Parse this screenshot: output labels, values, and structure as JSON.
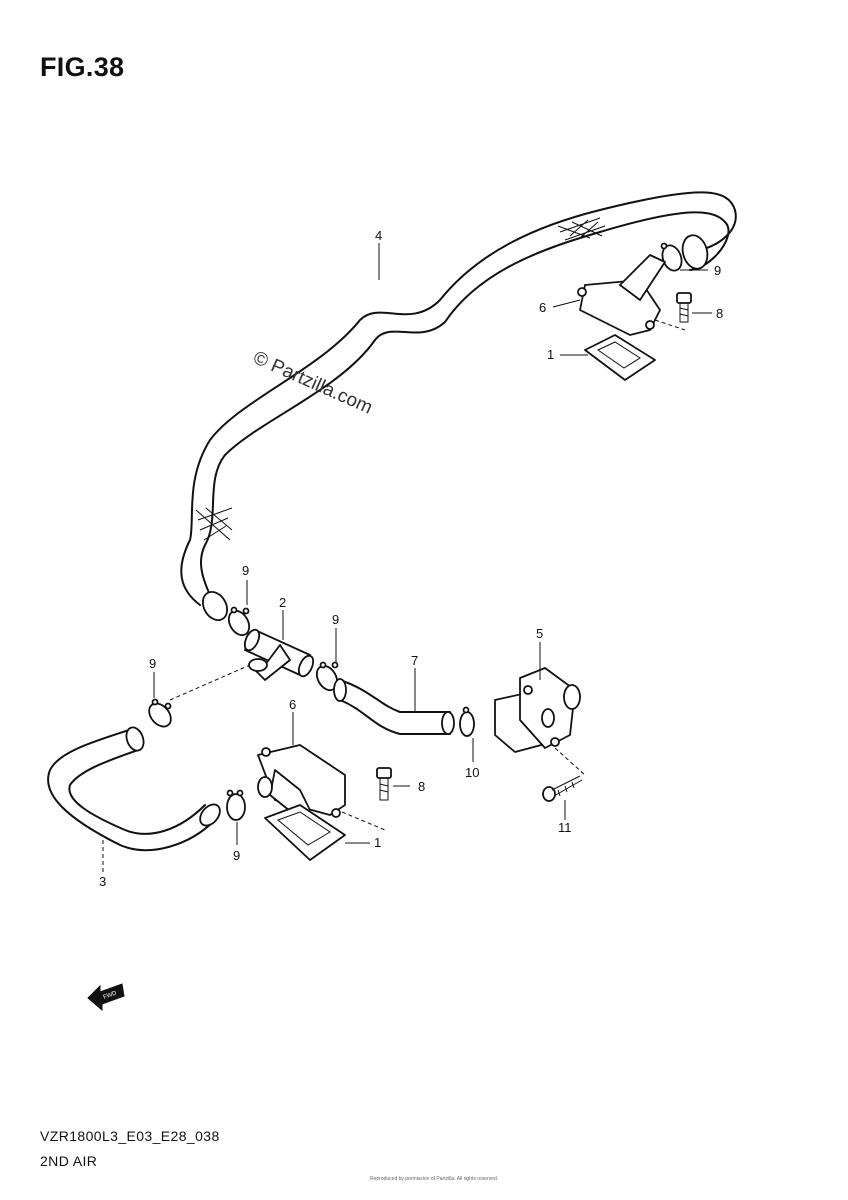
{
  "figure": {
    "title": "FIG.38",
    "model_code": "VZR1800L3_E03_E28_038",
    "caption": "2ND AIR",
    "watermark": "© Partzilla.com",
    "copyright": "Reproduced by permission of Partzilla. All rights reserved.",
    "fwd_label": "FWD"
  },
  "callouts": [
    "4",
    "9",
    "6",
    "8",
    "1",
    "9",
    "2",
    "9",
    "9",
    "7",
    "5",
    "6",
    "8",
    "10",
    "11",
    "9",
    "1",
    "3"
  ],
  "colors": {
    "ink": "#111111",
    "paper": "#ffffff"
  }
}
